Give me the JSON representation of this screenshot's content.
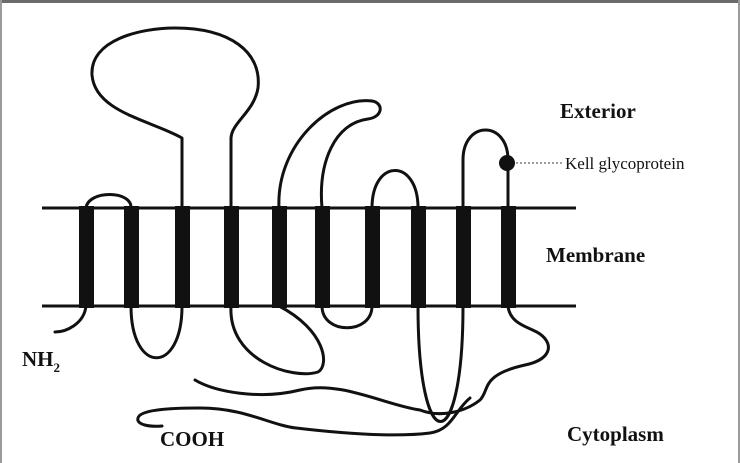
{
  "labels": {
    "exterior": "Exterior",
    "membrane": "Membrane",
    "cytoplasm": "Cytoplasm",
    "kell": "Kell glycoprotein",
    "nh_main": "NH",
    "nh_sub": "2",
    "cooh": "COOH"
  },
  "colors": {
    "ink": "#111111",
    "frame_top": "#6b6b6b",
    "frame_side": "#9a9a9a",
    "background": "#ffffff"
  }
}
